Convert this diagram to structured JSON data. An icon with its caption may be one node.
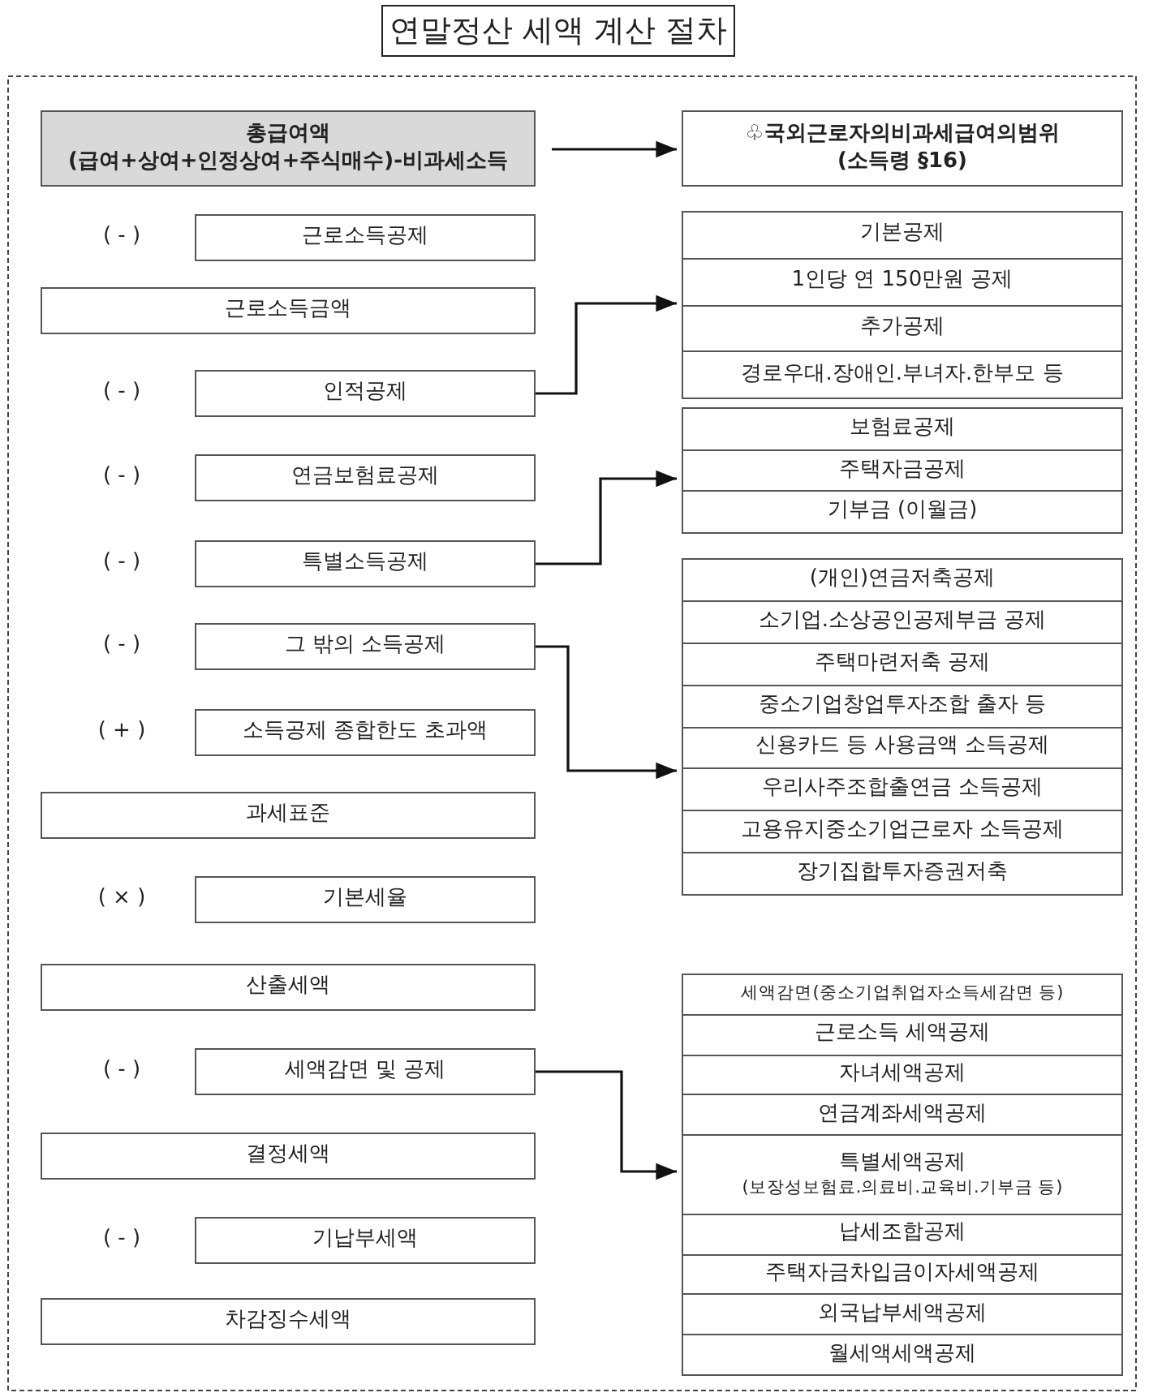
{
  "diagram": {
    "title": "연말정산 세액 계산 절차",
    "nodes": [
      {
        "text": [
          "총급여액",
          "(급여+상여+인정상여+주식매수)-비과세소득"
        ]
      },
      {
        "text": [
          "♧국외근로자의비과세급여의범위",
          "(소득령 §16)"
        ]
      },
      {
        "text": [
          "근로소득공제"
        ],
        "beside": [
          "( - )"
        ]
      },
      {
        "text": [
          "근로소득금액"
        ]
      },
      {
        "text": [
          "인적공제"
        ],
        "beside": [
          "( - )"
        ]
      },
      {
        "text": [
          "연금보험료공제"
        ],
        "beside": [
          "( - )"
        ]
      },
      {
        "text": [
          "특별소득공제"
        ],
        "beside": [
          "( - )"
        ]
      },
      {
        "text": [
          "그 밖의 소득공제"
        ],
        "beside": [
          "( - )"
        ]
      },
      {
        "text": [
          "소득공제 종합한도 초과액"
        ],
        "beside": [
          "( + )"
        ]
      },
      {
        "text": [
          "과세표준"
        ]
      },
      {
        "text": [
          "기본세율"
        ],
        "beside": [
          "( × )"
        ]
      },
      {
        "text": [
          "산출세액"
        ]
      },
      {
        "text": [
          "세액감면 및 공제"
        ],
        "beside": [
          "( - )"
        ]
      },
      {
        "text": [
          "결정세액"
        ]
      },
      {
        "text": [
          "기납부세액"
        ],
        "beside": [
          "( - )"
        ]
      },
      {
        "text": [
          "차감징수세액"
        ]
      },
      {
        "text": [],
        "shape": "box"
      },
      {
        "text": [
          "기본공제"
        ],
        "in": 16
      },
      {
        "text": [
          "1인당 연 150만원 공제"
        ],
        "in": 16
      },
      {
        "text": [
          "추가공제"
        ],
        "in": 16
      },
      {
        "text": [
          "경로우대.장애인.부녀자.한부모 등"
        ],
        "in": 16
      },
      {
        "text": [],
        "shape": "box"
      },
      {
        "text": [
          "보험료공제"
        ],
        "in": 21
      },
      {
        "text": [
          "주택자금공제"
        ],
        "in": 21
      },
      {
        "text": [
          "기부금 (이월금)"
        ],
        "in": 21
      },
      {
        "text": [],
        "shape": "box"
      },
      {
        "text": [
          "(개인)연금저축공제"
        ],
        "in": 25
      },
      {
        "text": [
          "소기업.소상공인공제부금 공제"
        ],
        "in": 25
      },
      {
        "text": [
          "주택마련저축 공제"
        ],
        "in": 25
      },
      {
        "text": [
          "중소기업창업투자조합 출자 등"
        ],
        "in": 25
      },
      {
        "text": [
          "신용카드 등 사용금액 소득공제"
        ],
        "in": 25
      },
      {
        "text": [
          "우리사주조합출연금 소득공제"
        ],
        "in": 25
      },
      {
        "text": [
          "고용유지중소기업근로자 소득공제"
        ],
        "in": 25
      },
      {
        "text": [
          "장기집합투자증권저축"
        ],
        "in": 25
      },
      {
        "text": [],
        "shape": "box"
      },
      {
        "text": [
          "세액감면(중소기업취업자소득세감면 등)"
        ],
        "in": 34
      },
      {
        "text": [
          "근로소득 세액공제"
        ],
        "in": 34
      },
      {
        "text": [
          "자녀세액공제"
        ],
        "in": 34
      },
      {
        "text": [
          "연금계좌세액공제"
        ],
        "in": 34
      },
      {
        "text": [
          "특별세액공제",
          "(보장성보험료.의료비.교육비.기부금 등)"
        ],
        "in": 34
      },
      {
        "text": [
          "납세조합공제"
        ],
        "in": 34
      },
      {
        "text": [
          "주택자금차입금이자세액공제"
        ],
        "in": 34
      },
      {
        "text": [
          "외국납부세액공제"
        ],
        "in": 34
      },
      {
        "text": [
          "월세액세액공제"
        ],
        "in": 34
      }
    ],
    "edges": [
      {
        "from": 0,
        "to": 1,
        "arrow": "to"
      },
      {
        "from": 4,
        "to": 16,
        "arrow": "to"
      },
      {
        "from": 6,
        "to": 21,
        "arrow": "to"
      },
      {
        "from": 7,
        "to": 25,
        "arrow": "to"
      },
      {
        "from": 12,
        "to": 34,
        "arrow": "to"
      }
    ]
  }
}
